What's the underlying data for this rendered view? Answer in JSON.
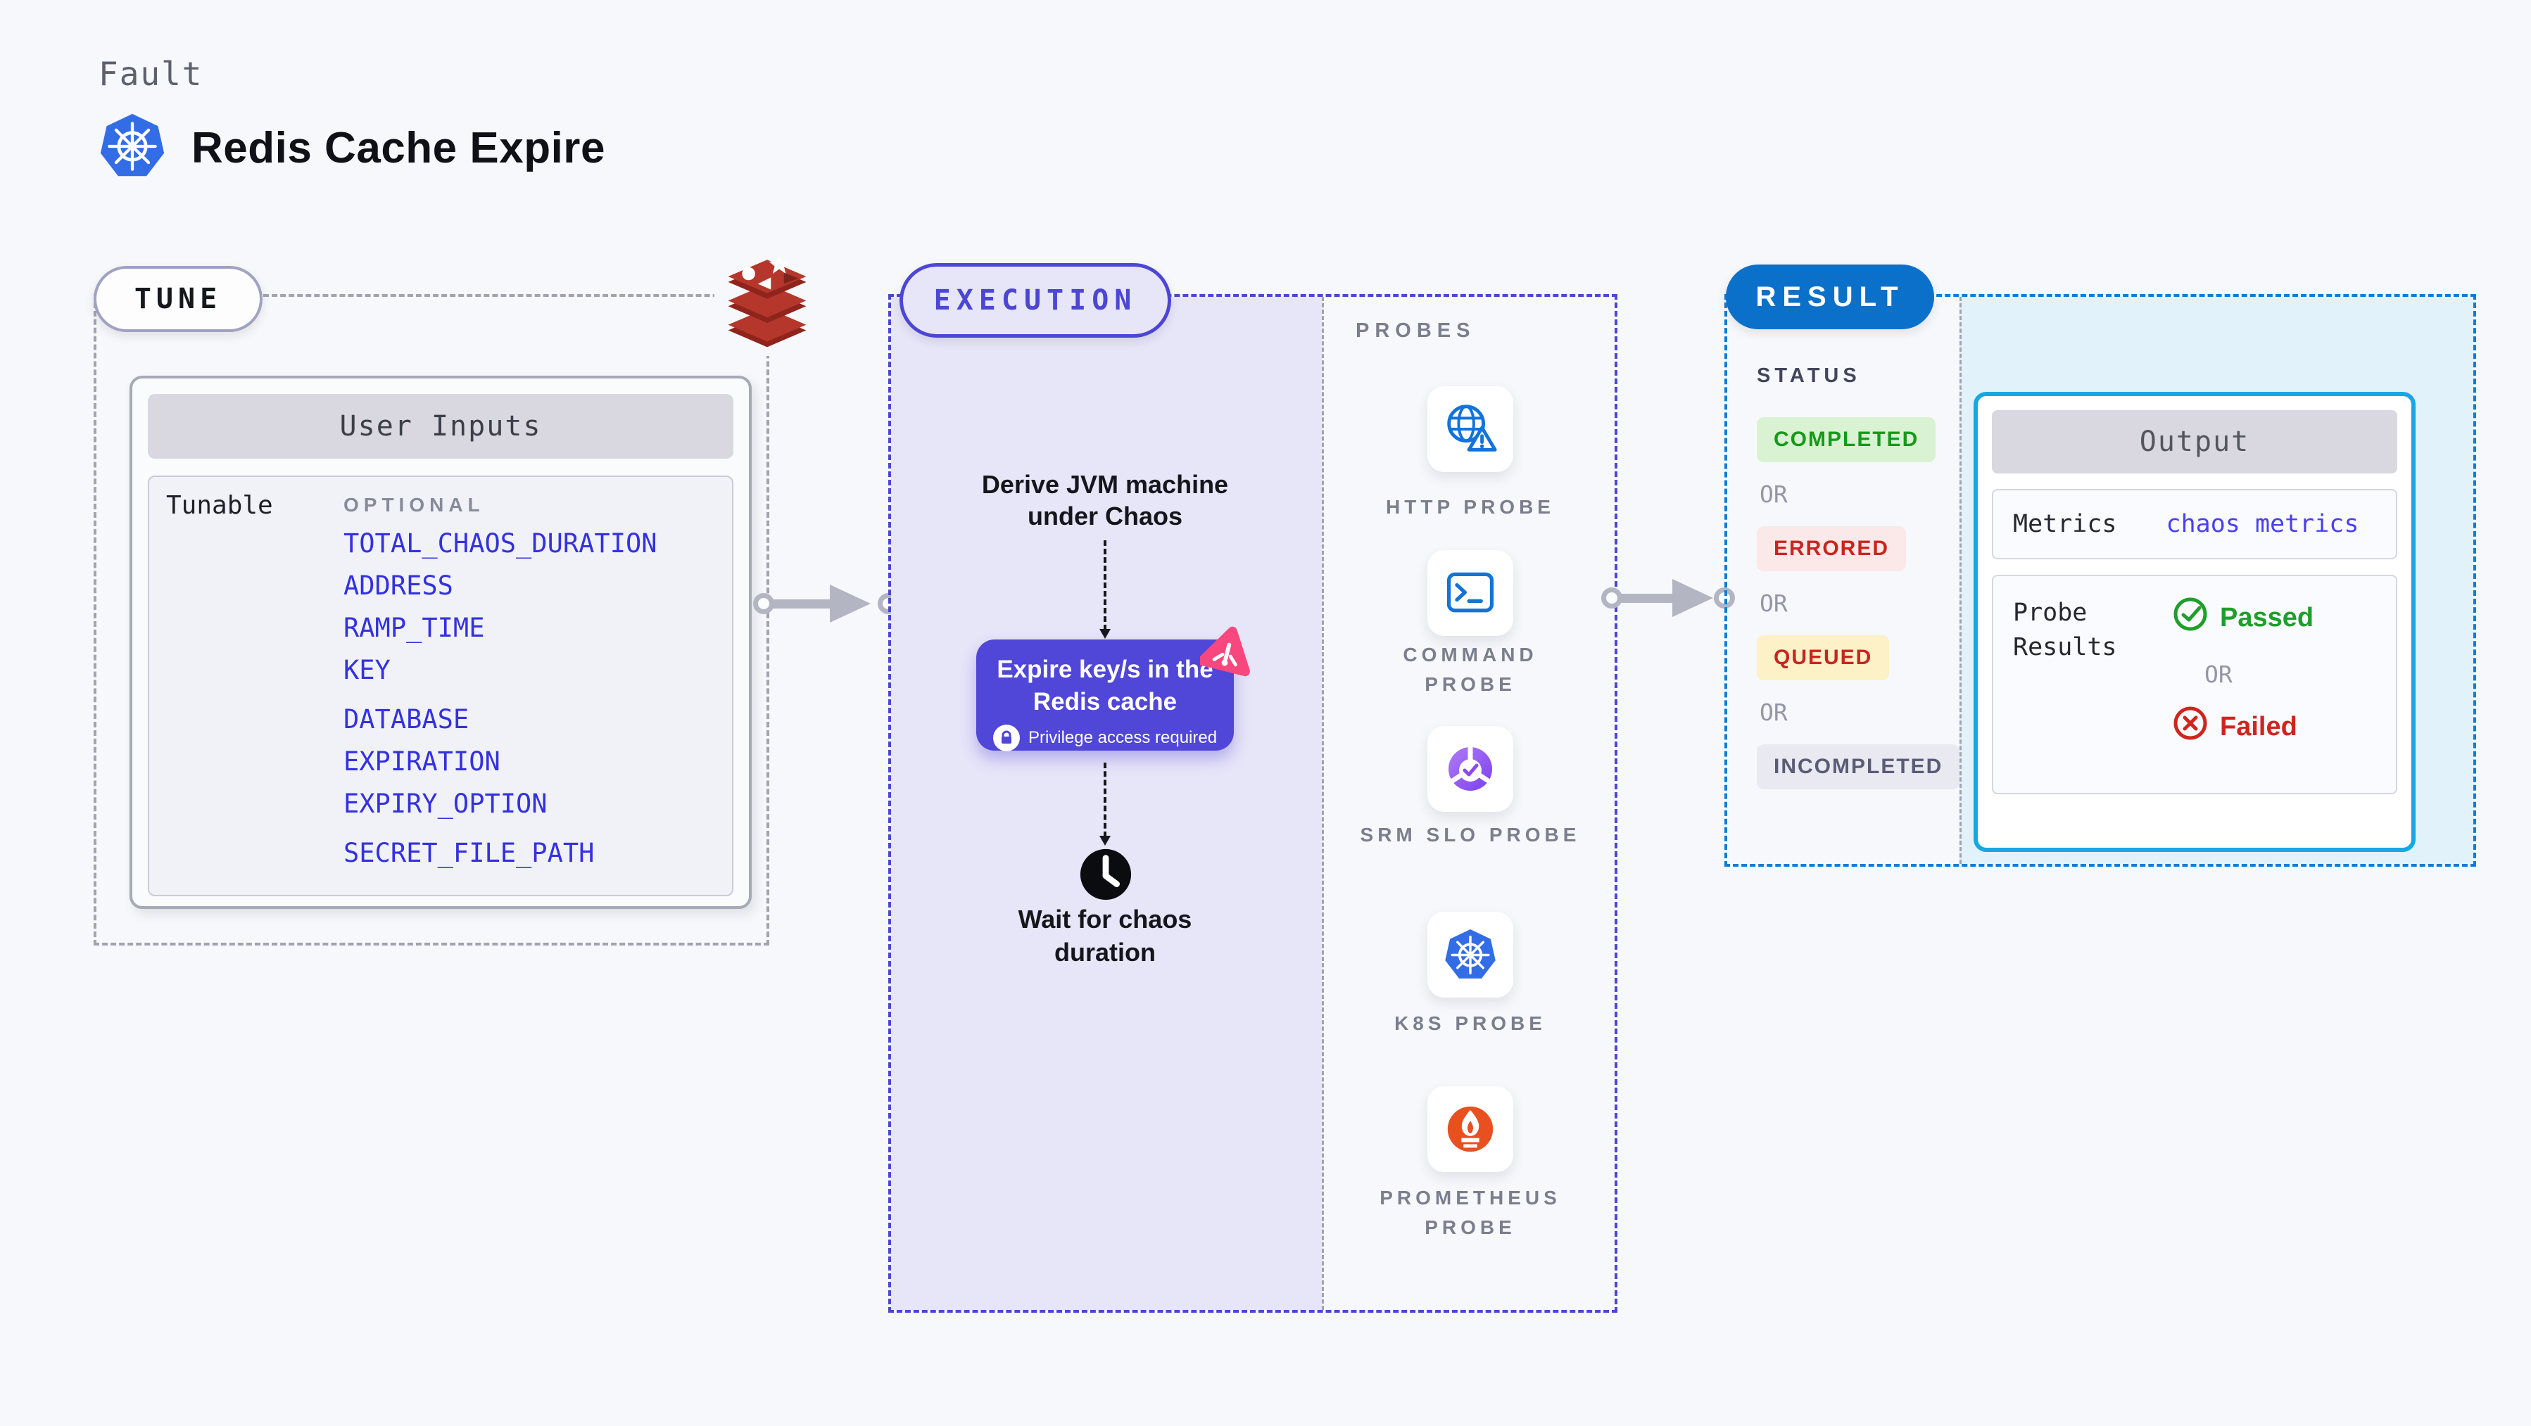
{
  "header": {
    "eyebrow": "Fault",
    "title": "Redis Cache Expire"
  },
  "tune": {
    "pill": "TUNE",
    "corner_icon": "redis-icon",
    "user_inputs": {
      "title": "User Inputs",
      "row_label": "Tunable",
      "group_label": "OPTIONAL",
      "items": [
        "TOTAL_CHAOS_DURATION",
        "ADDRESS",
        "RAMP_TIME",
        "KEY",
        "DATABASE",
        "EXPIRATION",
        "EXPIRY_OPTION",
        "SECRET_FILE_PATH"
      ]
    }
  },
  "execution": {
    "pill": "EXECUTION",
    "derive_line1": "Derive JVM machine",
    "derive_line2": "under Chaos",
    "action": {
      "line1": "Expire key/s in the",
      "line2": "Redis cache",
      "badge": "Privilege access required",
      "corner_icon": "litmus-chaos-icon",
      "badge_icon": "lock-icon"
    },
    "wait_line1": "Wait for chaos",
    "wait_line2": "duration",
    "probes_label": "PROBES",
    "probes": [
      {
        "label": "HTTP PROBE",
        "icon": "globe-alert-icon"
      },
      {
        "label": "COMMAND PROBE",
        "icon": "terminal-icon"
      },
      {
        "label": "SRM SLO PROBE",
        "icon": "slo-gauge-icon"
      },
      {
        "label": "K8S PROBE",
        "icon": "kubernetes-icon"
      },
      {
        "label": "PROMETHEUS PROBE",
        "icon": "prometheus-icon"
      }
    ]
  },
  "result": {
    "pill": "RESULT",
    "status": {
      "label": "STATUS",
      "or": "OR",
      "badges": [
        {
          "text": "COMPLETED",
          "kind": "completed"
        },
        {
          "text": "ERRORED",
          "kind": "errored"
        },
        {
          "text": "QUEUED",
          "kind": "queued"
        },
        {
          "text": "INCOMPLETED",
          "kind": "incompleted"
        }
      ]
    },
    "output": {
      "title": "Output",
      "metrics_label": "Metrics",
      "metrics_value": "chaos metrics",
      "probe_label_line1": "Probe",
      "probe_label_line2": "Results",
      "passed": "Passed",
      "or": "OR",
      "failed": "Failed"
    }
  },
  "colors": {
    "accent_indigo": "#4c46d4",
    "accent_blue": "#0b70c9",
    "accent_cyan": "#17a7e1",
    "link_blue": "#3431df",
    "green": "#1f9e2c",
    "red": "#d0251f"
  }
}
